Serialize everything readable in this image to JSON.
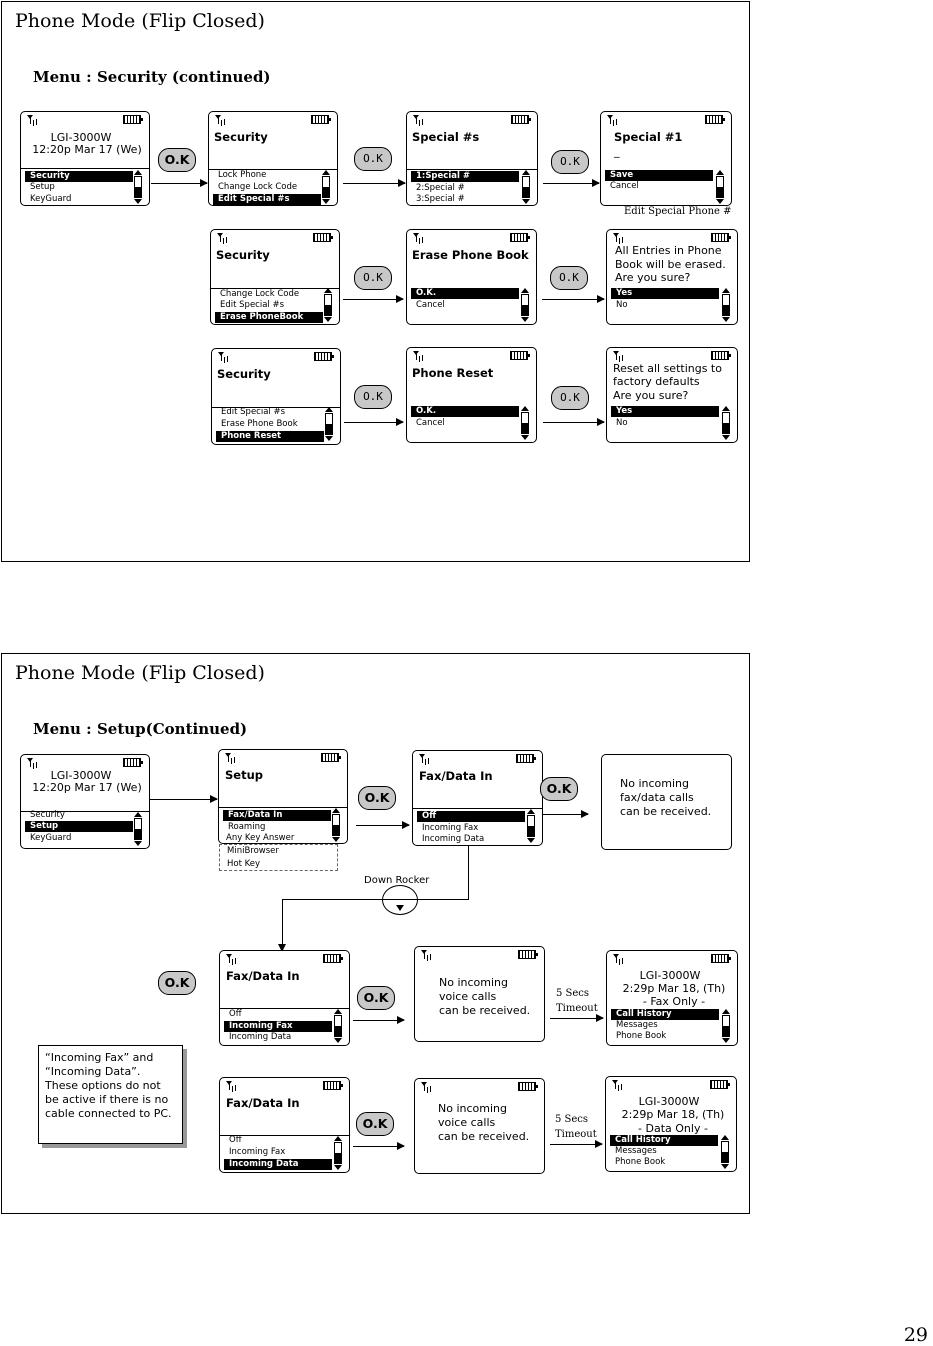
{
  "page_number": "29",
  "top": {
    "title": "Phone Mode (Flip Closed)",
    "menu": "Menu : Security (continued)",
    "ok_label": "O.K",
    "idle": {
      "model": "LGI-3000W",
      "datetime": "12:20p Mar 17 (We)",
      "items": [
        "Security",
        "Setup",
        "KeyGuard"
      ]
    },
    "row1": {
      "security": {
        "title": "Security",
        "items": [
          "Lock Phone",
          "Change Lock Code",
          "Edit Special #s"
        ]
      },
      "special": {
        "title": "Special #s",
        "items": [
          "1:Special #",
          "2:Special #",
          "3:Special #"
        ]
      },
      "special1": {
        "title": "Special #1",
        "cursor": "_",
        "items": [
          "Save",
          "Cancel"
        ],
        "caption": "Edit Special Phone #"
      }
    },
    "row2": {
      "security": {
        "title": "Security",
        "items": [
          "Change Lock Code",
          "Edit Special #s",
          "Erase PhoneBook"
        ]
      },
      "erase": {
        "title": "Erase Phone Book",
        "items": [
          "O.K.",
          "Cancel"
        ]
      },
      "confirm": {
        "lines": [
          "All Entries in Phone",
          "Book will be erased.",
          "Are you sure?"
        ],
        "items": [
          "Yes",
          "No"
        ]
      }
    },
    "row3": {
      "security": {
        "title": "Security",
        "items": [
          "Edit Special #s",
          "Erase Phone Book",
          "Phone Reset"
        ]
      },
      "reset": {
        "title": "Phone Reset",
        "items": [
          "O.K.",
          "Cancel"
        ]
      },
      "confirm": {
        "lines": [
          "Reset all settings to",
          "factory defaults",
          "Are you sure?"
        ],
        "items": [
          "Yes",
          "No"
        ]
      }
    }
  },
  "bottom": {
    "title": "Phone Mode (Flip Closed)",
    "menu": "Menu : Setup(Continued)",
    "ok_label": "O.K",
    "idle": {
      "model": "LGI-3000W",
      "datetime": "12:20p Mar 17 (We)",
      "items": [
        "Security",
        "Setup",
        "KeyGuard"
      ]
    },
    "setup": {
      "title": "Setup",
      "items": [
        "Fax/Data In",
        "Roaming",
        "Any Key Answer"
      ],
      "more": [
        "MiniBrowser",
        "Hot Key"
      ]
    },
    "faxdata1": {
      "title": "Fax/Data In",
      "items": [
        "Off",
        "Incoming Fax",
        "Incoming Data"
      ]
    },
    "msg_fax": [
      "No incoming",
      "fax/data calls",
      "can be received."
    ],
    "down_rocker": "Down Rocker",
    "faxdata2": {
      "title": "Fax/Data In",
      "items": [
        "Off",
        "Incoming Fax",
        "Incoming Data"
      ]
    },
    "msg_voice1": [
      "No incoming",
      "voice calls",
      "can be received."
    ],
    "timeout1": [
      "5 Secs",
      "Timeout"
    ],
    "idle_fax": {
      "model": "LGI-3000W",
      "datetime": "2:29p Mar 18, (Th)",
      "mode": "- Fax Only -",
      "items": [
        "Call History",
        "Messages",
        "Phone Book"
      ]
    },
    "faxdata3": {
      "title": "Fax/Data In",
      "items": [
        "Off",
        "Incoming Fax",
        "Incoming Data"
      ]
    },
    "msg_voice2": [
      "No incoming",
      "voice calls",
      "can be received."
    ],
    "timeout2": [
      "5 Secs",
      "Timeout"
    ],
    "idle_data": {
      "model": "LGI-3000W",
      "datetime": "2:29p Mar 18, (Th)",
      "mode": "- Data Only -",
      "items": [
        "Call History",
        "Messages",
        "Phone Book"
      ]
    },
    "note": "“Incoming Fax” and “Incoming Data”. These options do not be active if there is no cable connected to PC."
  }
}
